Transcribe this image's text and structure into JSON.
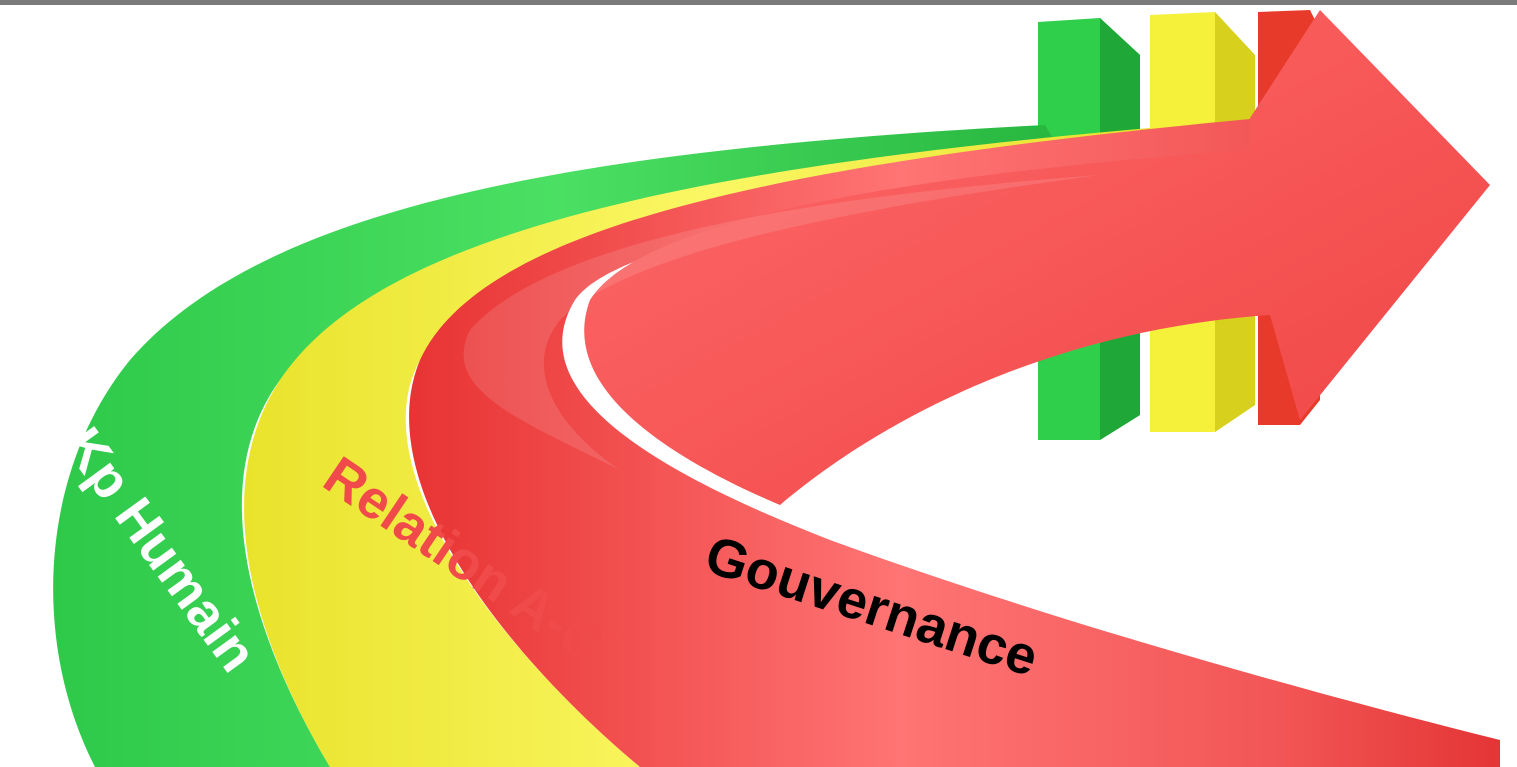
{
  "labels": {
    "green_band": "Kp Humain",
    "yellow_band": "Relation A-C",
    "red_band": "Gouvernance"
  },
  "colors": {
    "green": "#3fd957",
    "yellow": "#f3ef3c",
    "red": "#f24646",
    "red_label_text": "#f04a4a",
    "white_label_text": "#ffffff",
    "black_label_text": "#000000"
  }
}
